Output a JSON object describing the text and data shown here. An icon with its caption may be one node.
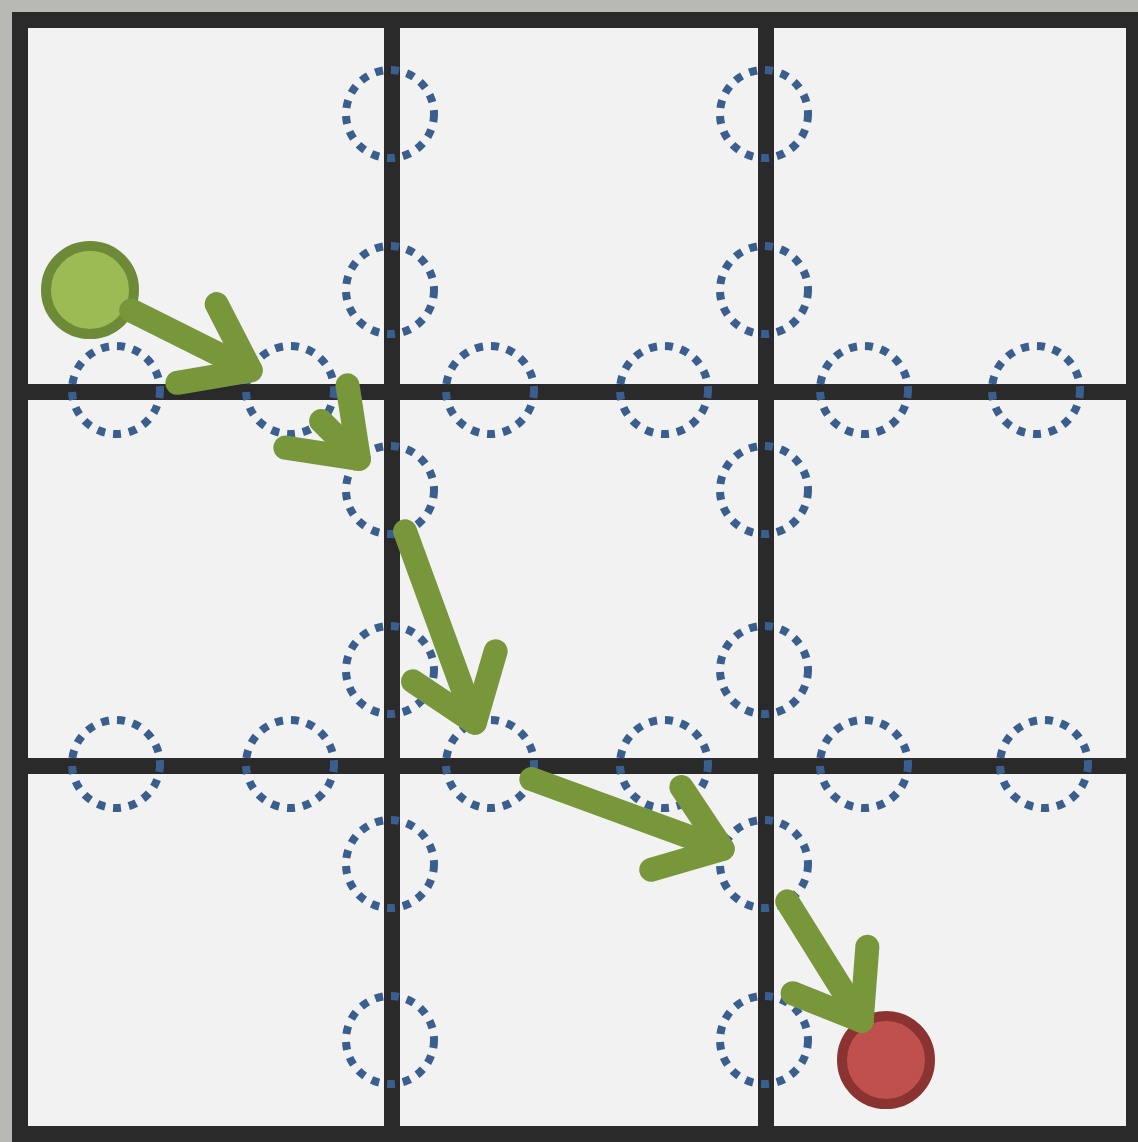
{
  "diagram": {
    "nodes": [
      {
        "text": [],
        "shape": "circle"
      },
      {
        "text": [],
        "shape": "circle"
      },
      {
        "text": [],
        "shape": "circle"
      },
      {
        "text": [],
        "shape": "circle"
      },
      {
        "text": [],
        "shape": "circle"
      },
      {
        "text": [],
        "shape": "circle"
      },
      {
        "text": [],
        "shape": "circle"
      },
      {
        "text": [],
        "shape": "circle"
      },
      {
        "text": [],
        "shape": "circle"
      },
      {
        "text": [],
        "shape": "circle"
      },
      {
        "text": [],
        "shape": "circle"
      },
      {
        "text": [],
        "shape": "circle"
      },
      {
        "text": [],
        "shape": "circle"
      },
      {
        "text": [],
        "shape": "circle"
      },
      {
        "text": [],
        "shape": "circle"
      },
      {
        "text": [],
        "shape": "circle"
      },
      {
        "text": [],
        "shape": "circle"
      },
      {
        "text": [],
        "shape": "circle"
      },
      {
        "text": [],
        "shape": "circle"
      },
      {
        "text": [],
        "shape": "circle"
      },
      {
        "text": [],
        "shape": "circle"
      },
      {
        "text": [],
        "shape": "circle"
      },
      {
        "text": [],
        "shape": "circle"
      },
      {
        "text": [],
        "shape": "circle"
      },
      {
        "text": [],
        "shape": "circle"
      },
      {
        "text": [],
        "shape": "circle"
      }
    ],
    "edges": [
      {
        "from": 2,
        "to": 6,
        "arrow": "to"
      },
      {
        "from": 6,
        "to": 11,
        "arrow": "to"
      },
      {
        "from": 11,
        "to": 17,
        "arrow": "to"
      },
      {
        "from": 17,
        "to": 22,
        "arrow": "to"
      },
      {
        "from": 22,
        "to": 25,
        "arrow": "to"
      }
    ]
  }
}
